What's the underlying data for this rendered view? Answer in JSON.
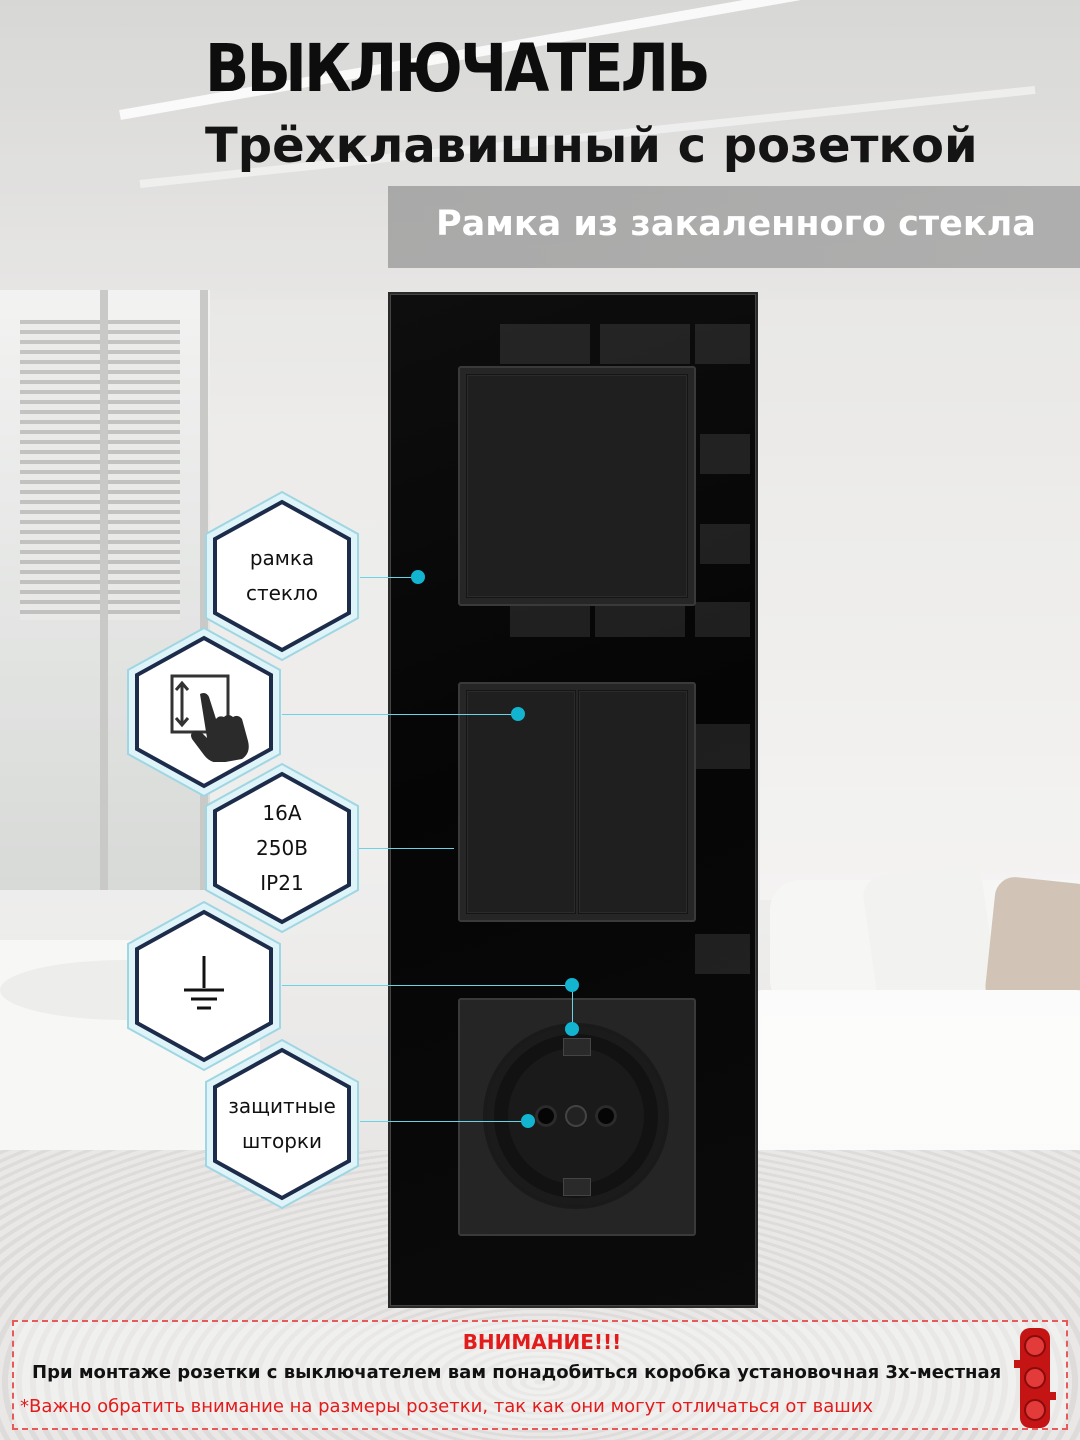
{
  "header": {
    "title": "ВЫКЛЮЧАТЕЛЬ",
    "subtitle": "Трёхклавишный с розеткой",
    "band_text": "Рамка из закаленного стекла"
  },
  "features": [
    {
      "label": "рамка\nстекло",
      "icon": ""
    },
    {
      "label": "",
      "icon": "hand-touch-icon"
    },
    {
      "label": "16А\n250В\nIP21",
      "icon": ""
    },
    {
      "label": "",
      "icon": "ground-icon"
    },
    {
      "label": "защитные\nшторки",
      "icon": ""
    }
  ],
  "warning": {
    "title": "ВНИМАНИЕ!!!",
    "line1": "При монтаже розетки с выключателем вам понадобиться коробка установочная 3х-местная",
    "line2": "*Важно обратить внимание на размеры розетки, так как они могут отличаться от ваших"
  },
  "colors": {
    "accent": "#12b4cf",
    "panel": "#0a0a0a",
    "warning": "#e21b1b"
  }
}
